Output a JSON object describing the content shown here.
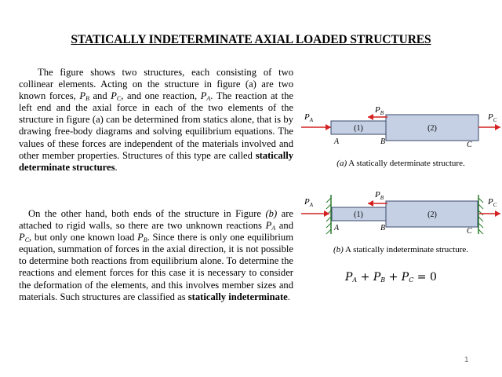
{
  "title": "STATICALLY INDETERMINATE AXIAL LOADED STRUCTURES",
  "paragraph1": {
    "t1": "The figure shows two structures, each consisting of two collinear elements. Acting on the structure in figure (a) are two known forces, ",
    "t2": " and ",
    "t3": ", and one reaction, ",
    "t4": ". The reaction at the left end and the axial force in each of the two elements of the structure in figure (a) can be determined from statics alone, that is by drawing free-body diagrams and solving equilibrium equations. The values of these forces are independent of the materials involved and other member properties. Structures of this type are called ",
    "bold": "statically determinate structures",
    "end": "."
  },
  "paragraph2": {
    "t1": "On the other hand, both ends of the structure in Figure ",
    "fig_ref": "(b)",
    "t2": " are attached to rigid walls, so there are two unknown reactions ",
    "t3": " and ",
    "t4": ", but only one known load ",
    "t5": ". Since there is only one equilibrium equation, summation of forces in the axial direction, it is not possible to determine both reactions from equilibrium alone. To determine the reactions and element forces for this case it is necessary to consider the deformation of the elements, and this involves member sizes and materials. Such structures are classified as ",
    "bold": "statically indeterminate",
    "end": "."
  },
  "symbols": {
    "P": "P",
    "A": "A",
    "B": "B",
    "C": "C"
  },
  "figure_a": {
    "caption_label": "(a)",
    "caption_text": "A statically determinate structure.",
    "element1": "(1)",
    "element2": "(2)",
    "point_a": "A",
    "point_b": "B",
    "point_c": "C"
  },
  "figure_b": {
    "caption_label": "(b)",
    "caption_text": "A statically indeterminate structure.",
    "element1": "(1)",
    "element2": "(2)",
    "point_a": "A",
    "point_b": "B",
    "point_c": "C"
  },
  "equation": "Pₐ + Pʙ + Pᴄ = 0",
  "equation_parts": {
    "plus": "+",
    "equals": "= 0"
  },
  "page_number": "1",
  "colors": {
    "bar_fill": "#c5d0e4",
    "bar_stroke": "#3a4a6a",
    "arrow": "#d42020",
    "wall": "#2a7a2a"
  }
}
